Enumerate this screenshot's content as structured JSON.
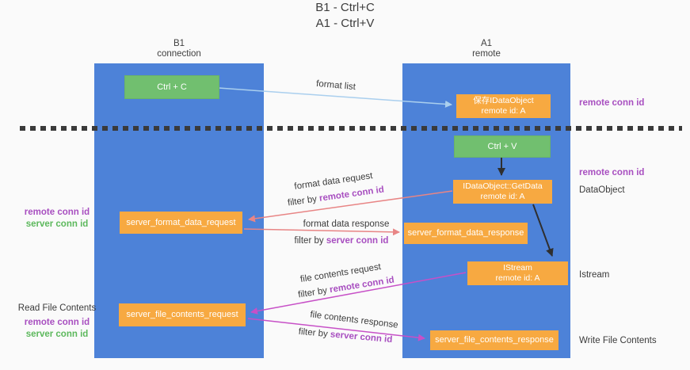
{
  "title": {
    "line1": "B1 - Ctrl+C",
    "line2": "A1 - Ctrl+V"
  },
  "lanes": {
    "left": {
      "name": "B1",
      "role": "connection"
    },
    "right": {
      "name": "A1",
      "role": "remote"
    }
  },
  "nodes": {
    "ctrl_c": {
      "label": "Ctrl + C"
    },
    "store_idataobject": {
      "line1": "保存IDataObject",
      "line2": "remote id: A"
    },
    "ctrl_v": {
      "label": "Ctrl + V"
    },
    "getdata": {
      "line1": "IDataObject::GetData",
      "line2": "remote id: A"
    },
    "server_format_data_request": {
      "label": "server_format_data_request"
    },
    "server_format_data_response": {
      "label": "server_format_data_response"
    },
    "istream": {
      "line1": "IStream",
      "line2": "remote id: A"
    },
    "server_file_contents_request": {
      "label": "server_file_contents_request"
    },
    "server_file_contents_response": {
      "label": "server_file_contents_response"
    }
  },
  "edge_labels": {
    "format_list": "format list",
    "format_data_request": "format data request",
    "format_data_response": "format data response",
    "file_contents_request": "file contents request",
    "file_contents_response": "file contents response",
    "filter_by": "filter by ",
    "remote_conn_id": "remote conn id",
    "server_conn_id": "server conn id"
  },
  "annotations": {
    "left_mid": {
      "remote_conn_id": "remote conn id",
      "server_conn_id": "server conn id"
    },
    "left_bottom": {
      "title": "Read File Contents",
      "remote_conn_id": "remote conn id",
      "server_conn_id": "server conn id"
    },
    "right_top": {
      "remote_conn_id": "remote conn id"
    },
    "right_mid": {
      "remote_conn_id": "remote conn id",
      "dataobject": "DataObject"
    },
    "right_istream": {
      "istream": "Istream"
    },
    "right_bottom": {
      "write_file_contents": "Write File Contents"
    }
  },
  "colors": {
    "lane_blue": "#4d82d8",
    "node_orange": "#f7a941",
    "node_green": "#71bf6f",
    "arrow_light_blue": "#aacfee",
    "arrow_salmon": "#e88585",
    "arrow_magenta": "#c750c7",
    "arrow_black": "#2f2f2f",
    "separator_black": "#3a3a3a",
    "text_purple": "#a84fc0",
    "text_green": "#5cb85c",
    "text_dark": "#3d3d3d",
    "background": "#fafafa"
  }
}
